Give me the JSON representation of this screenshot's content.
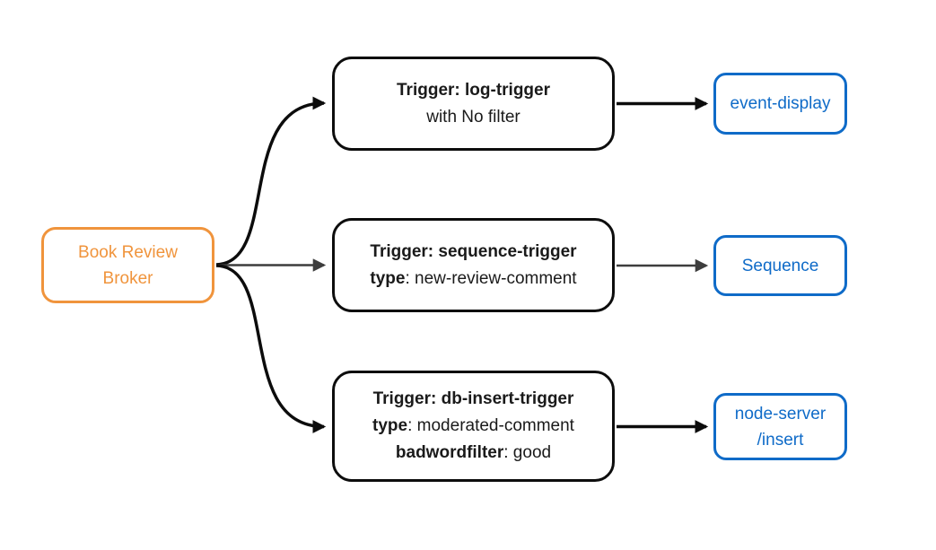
{
  "colors": {
    "broker_orange": "#F0943C",
    "sink_blue": "#0F6BC8",
    "node_border_black": "#0D0D0D",
    "edge_black": "#0C0C0C",
    "edge_gray": "#3D3D3D",
    "background": "#FFFFFF"
  },
  "broker": {
    "line1": "Book Review",
    "line2": "Broker"
  },
  "triggers": {
    "log": {
      "title": "Trigger: log-trigger",
      "subtitle": "with No filter"
    },
    "sequence": {
      "title": "Trigger: sequence-trigger",
      "attr1_key": "type",
      "attr1_value": ": new-review-comment"
    },
    "db_insert": {
      "title": "Trigger: db-insert-trigger",
      "attr1_key": "type",
      "attr1_value": ": moderated-comment",
      "attr2_key": "badwordfilter",
      "attr2_value": ": good"
    }
  },
  "sinks": {
    "event_display": {
      "label": "event-display"
    },
    "sequence": {
      "label": "Sequence"
    },
    "node_server": {
      "line1": "node-server",
      "line2": "/insert"
    }
  }
}
